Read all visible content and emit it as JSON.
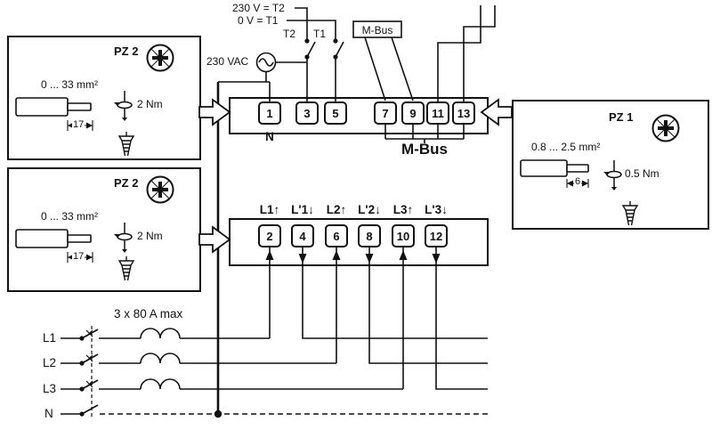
{
  "top": {
    "t2_line": "230 V = T2",
    "t1_line": "0 V = T1",
    "t2_switch": "T2",
    "t1_switch": "T1",
    "supply": "230 VAC",
    "mbus_box": "M-Bus"
  },
  "device": {
    "top_terminals": [
      "1",
      "3",
      "5",
      "7",
      "9",
      "11",
      "13"
    ],
    "bottom_terminals": [
      "2",
      "4",
      "6",
      "8",
      "10",
      "12"
    ],
    "neutral_label": "N",
    "mbus_label": "M-Bus",
    "phase_labels": [
      "L1↑",
      "L'1↓",
      "L2↑",
      "L'2↓",
      "L3↑",
      "L'3↓"
    ],
    "flow_arrows": [
      "up",
      "down",
      "up",
      "down",
      "up",
      "down"
    ]
  },
  "inset_top_left": {
    "tool": "PZ 2",
    "wire_range": "0 ... 33 mm²",
    "torque": "2 Nm",
    "strip_length": "17"
  },
  "inset_bottom_left": {
    "tool": "PZ 2",
    "wire_range": "0 ... 33 mm²",
    "torque": "2 Nm",
    "strip_length": "17"
  },
  "inset_right": {
    "tool": "PZ 1",
    "wire_range": "0.8 ... 2.5 mm²",
    "torque": "0.5 Nm",
    "strip_length": "6"
  },
  "supply_lines": {
    "breaker": "3 x 80 A max",
    "labels": [
      "L1",
      "L2",
      "L3",
      "N"
    ]
  }
}
